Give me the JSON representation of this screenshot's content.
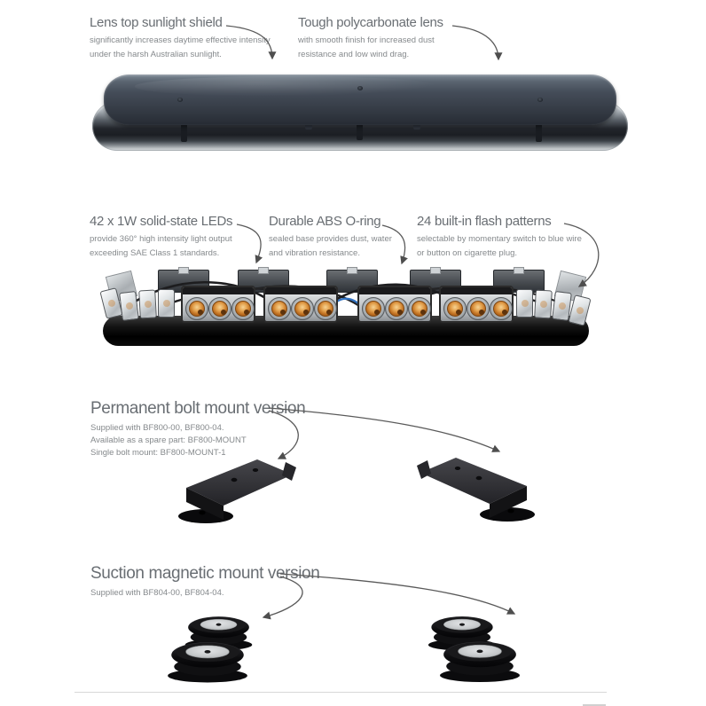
{
  "annotations": {
    "lens_shield": {
      "title": "Lens top sunlight shield",
      "desc1": "significantly increases daytime effective intensity",
      "desc2": "under the harsh Australian sunlight."
    },
    "poly_lens": {
      "title": "Tough polycarbonate lens",
      "desc1": "with smooth finish for increased dust",
      "desc2": "resistance and low wind drag."
    },
    "leds": {
      "title": "42 x 1W solid-state LEDs",
      "desc1": "provide 360° high intensity light output",
      "desc2": "exceeding SAE Class 1 standards."
    },
    "oring": {
      "title": "Durable ABS O-ring",
      "desc1": "sealed base provides dust, water",
      "desc2": "and vibration resistance."
    },
    "patterns": {
      "title": "24 built-in flash patterns",
      "desc1": "selectable by momentary switch to blue wire",
      "desc2": "or button on cigarette plug."
    }
  },
  "sections": {
    "bolt_mount": {
      "title": "Permanent bolt mount version",
      "line1": "Supplied with BF800-00, BF800-04.",
      "line2": "Available as a spare part: BF800-MOUNT",
      "line3": "Single bolt mount: BF800-MOUNT-1"
    },
    "suction_mount": {
      "title": "Suction magnetic mount version",
      "line1": "Supplied with BF804-00, BF804-04."
    }
  },
  "colors": {
    "heading_text": "#696e73",
    "body_text": "#85898c",
    "arrow": "#5a5a5a",
    "amber_led": "#c87a2e",
    "divider": "#d8d8d8"
  }
}
